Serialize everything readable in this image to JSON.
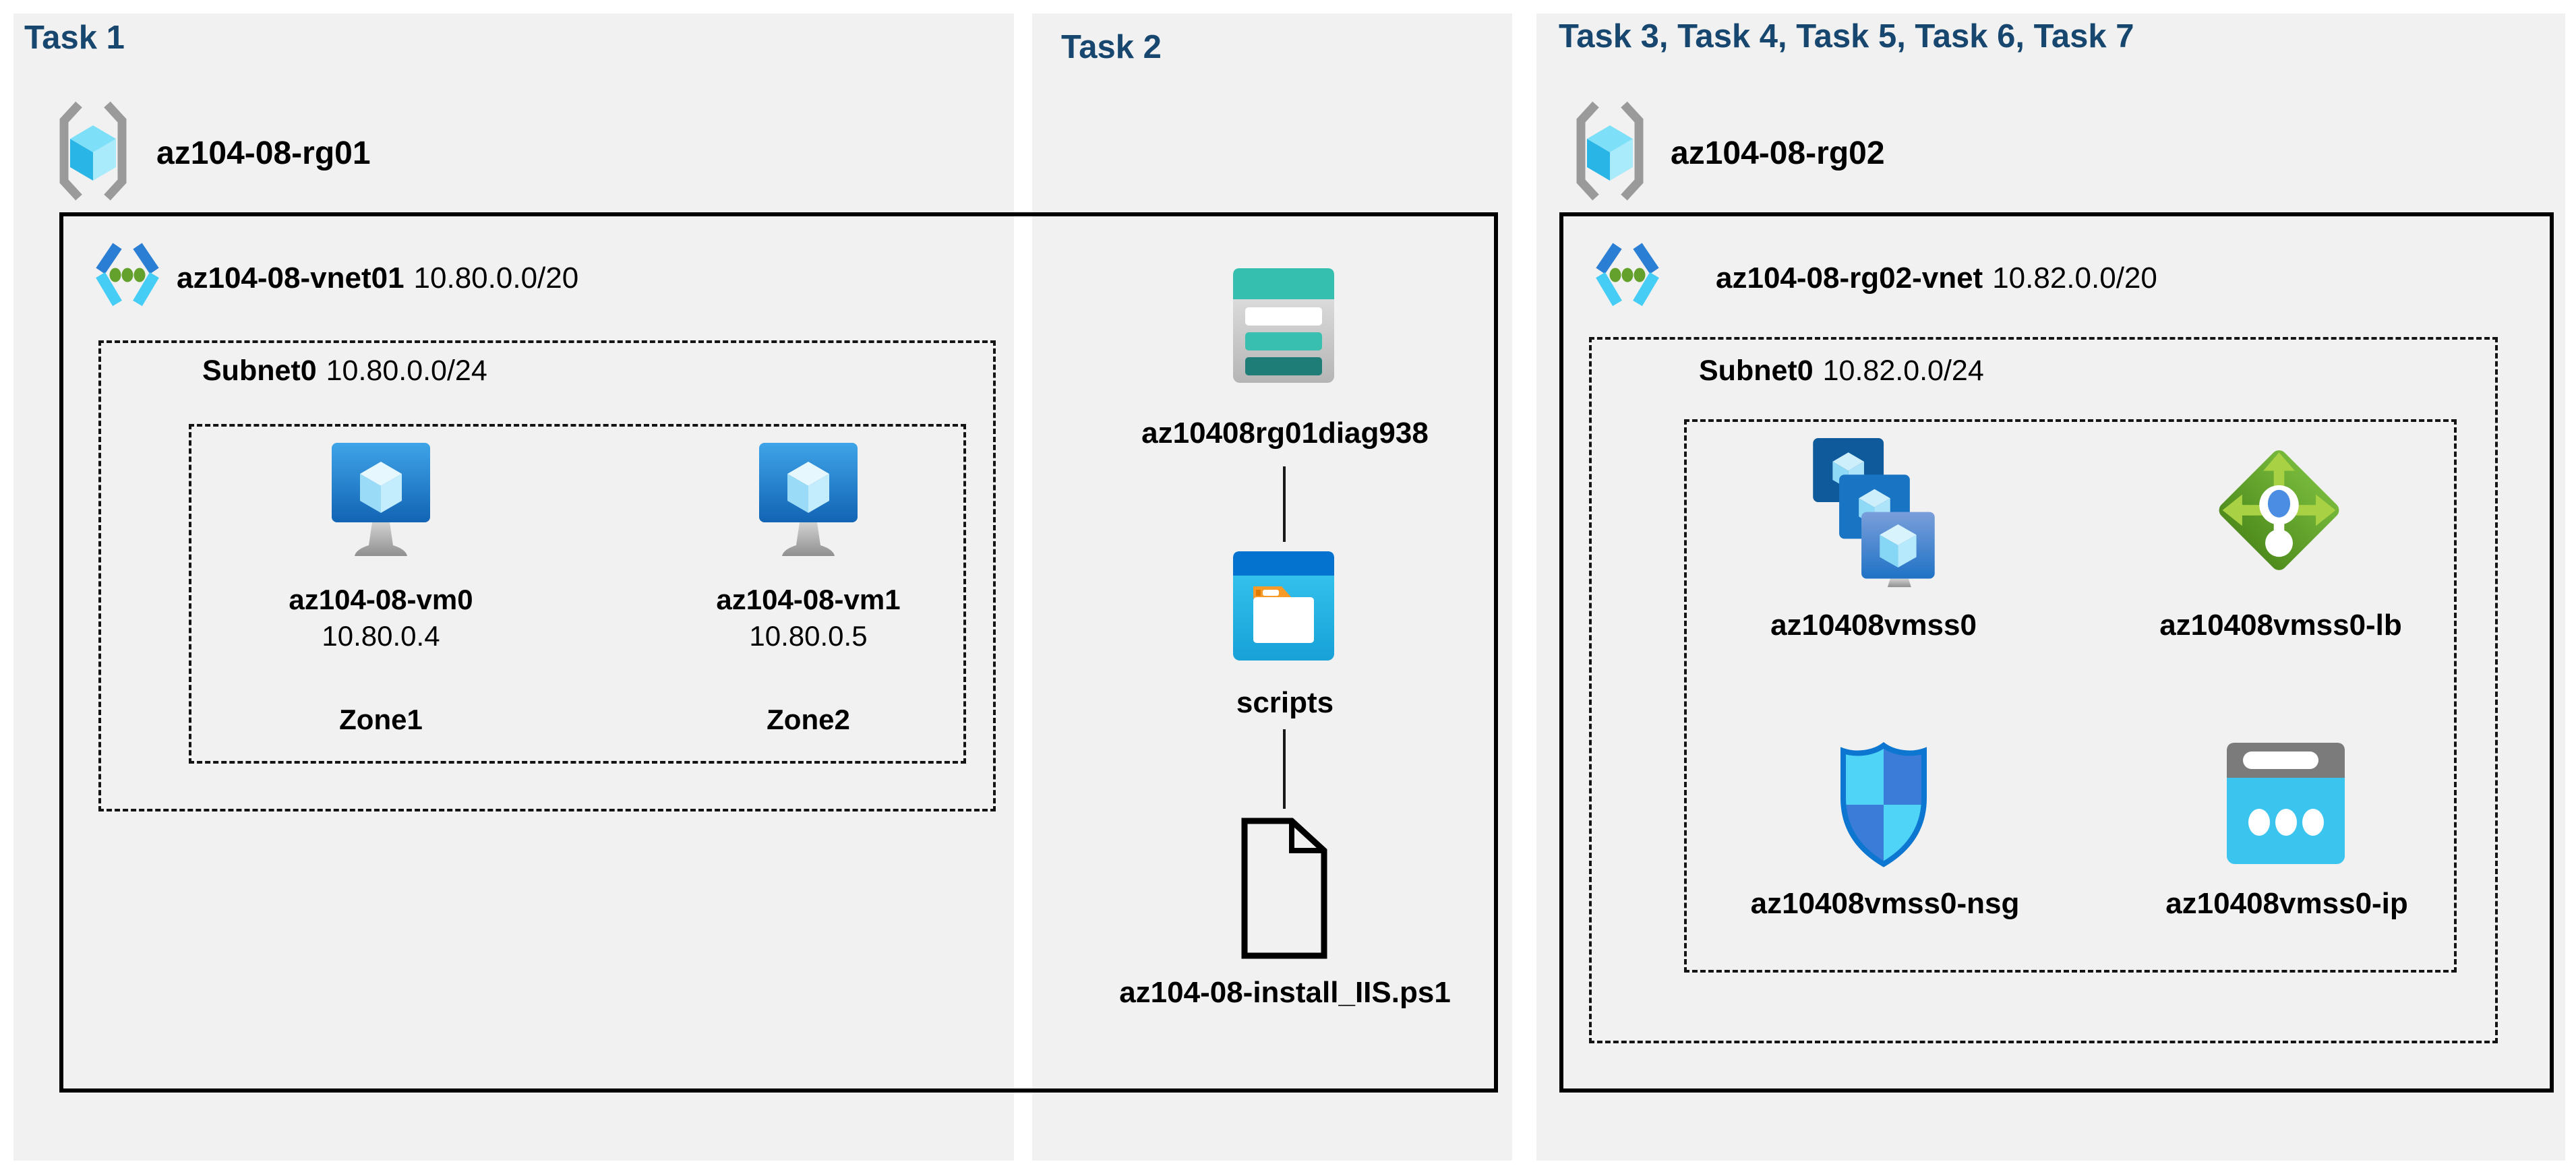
{
  "diagram": {
    "task1": {
      "header": "Task 1",
      "resource_group": "az104-08-rg01",
      "vnet": {
        "name": "az104-08-vnet01",
        "cidr": "10.80.0.0/20"
      },
      "subnet": {
        "name": "Subnet0",
        "cidr": "10.80.0.0/24"
      },
      "vms": [
        {
          "name": "az104-08-vm0",
          "ip": "10.80.0.4",
          "zone": "Zone1"
        },
        {
          "name": "az104-08-vm1",
          "ip": "10.80.0.5",
          "zone": "Zone2"
        }
      ]
    },
    "task2": {
      "header": "Task 2",
      "storage_account": "az10408rg01diag938",
      "container": "scripts",
      "script_file": "az104-08-install_IIS.ps1"
    },
    "task37": {
      "header": "Task 3, Task 4, Task 5, Task 6, Task 7",
      "resource_group": "az104-08-rg02",
      "vnet": {
        "name": "az104-08-rg02-vnet",
        "cidr": "10.82.0.0/20"
      },
      "subnet": {
        "name": "Subnet0",
        "cidr": "10.82.0.0/24"
      },
      "items": [
        {
          "name": "az10408vmss0",
          "icon": "vm-scale-set"
        },
        {
          "name": "az10408vmss0-lb",
          "icon": "load-balancer"
        },
        {
          "name": "az10408vmss0-nsg",
          "icon": "network-security-group"
        },
        {
          "name": "az10408vmss0-ip",
          "icon": "public-ip"
        }
      ]
    }
  },
  "colors": {
    "header_text": "#17466e",
    "panel_bg": "#f1f1f1",
    "box_border": "#000000",
    "storage_teal": "#35bfae",
    "container_blue": "#0473d0",
    "lb_green": "#5ea02c",
    "nsg_blue": "#0d76d0",
    "ip_cyan": "#3ac4ee"
  }
}
